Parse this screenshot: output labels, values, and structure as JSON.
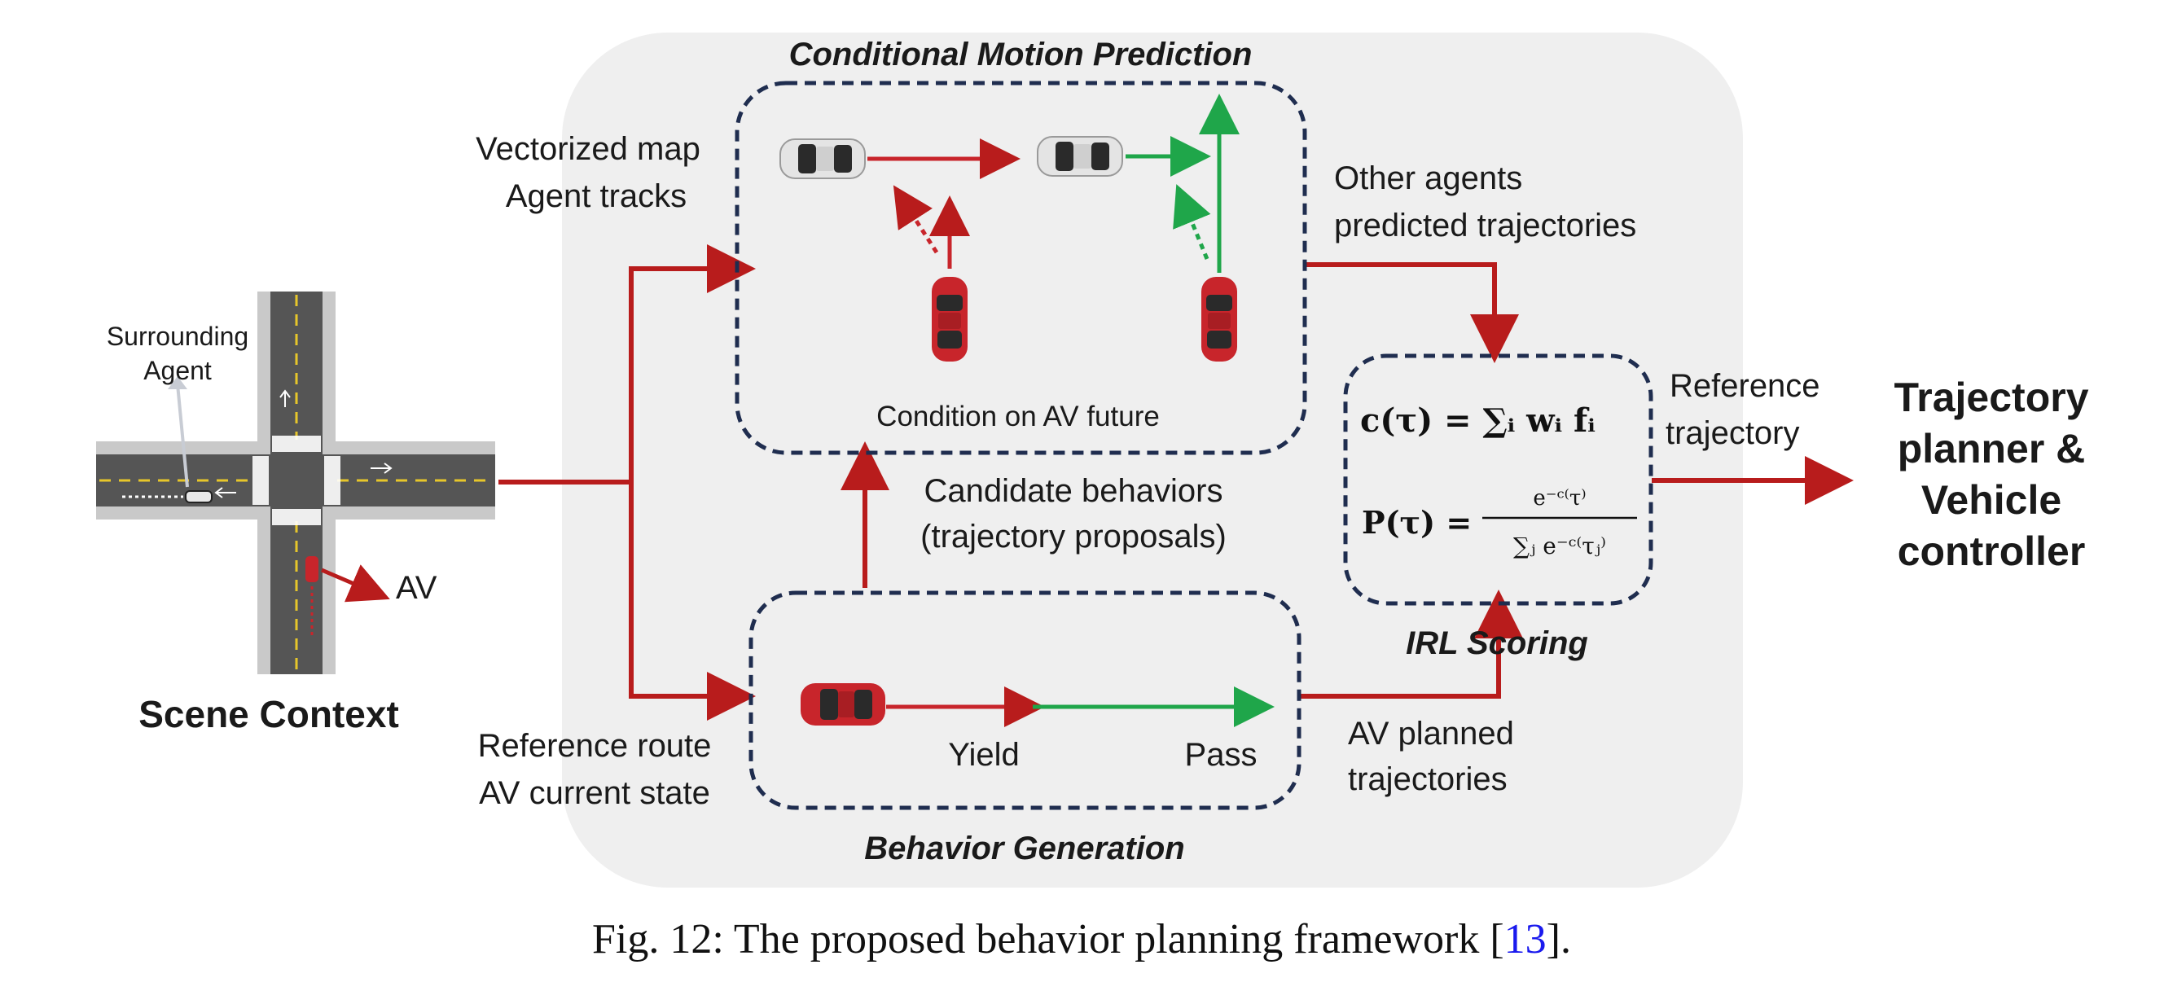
{
  "diagram": {
    "sections": {
      "conditional_motion_prediction": "Conditional Motion Prediction",
      "behavior_generation": "Behavior Generation",
      "irl_scoring": "IRL Scoring"
    },
    "inputs_top": [
      "Vectorized map",
      "Agent tracks"
    ],
    "inputs_bottom": [
      "Reference route",
      "AV current state"
    ],
    "scene": {
      "surrounding_agent": [
        "Surrounding",
        "Agent"
      ],
      "av_label": "AV",
      "title": "Scene Context"
    },
    "prediction_box": {
      "condition_text": "Condition on AV future"
    },
    "candidate_behaviors": [
      "Candidate behaviors",
      "(trajectory proposals)"
    ],
    "behavior_box": {
      "yield_label": "Yield",
      "pass_label": "Pass"
    },
    "other_agents": [
      "Other agents",
      "predicted trajectories"
    ],
    "av_planned": [
      "AV planned",
      "trajectories"
    ],
    "reference_trajectory": [
      "Reference",
      "trajectory"
    ],
    "output": [
      "Trajectory",
      "planner &",
      "Vehicle",
      "controller"
    ],
    "equations": {
      "cost": "c(τ) = ∑ᵢ wᵢ fᵢ",
      "prob_lhs": "P(τ) =",
      "prob_num": "e⁻ᶜ⁽τ⁾",
      "prob_den": "∑ⱼ e⁻ᶜ⁽τⱼ⁾"
    },
    "colors": {
      "arrow_red": "#b81c1c",
      "arrow_green": "#1fa64a",
      "box_border": "#1f2d4f",
      "panel": "#efefef",
      "road": "#555555",
      "sidewalk": "#c9c9c9",
      "car_red": "#c8252b",
      "car_white": "#e4e4e4",
      "link_blue": "#1a1aee"
    }
  },
  "caption": {
    "prefix": "Fig. 12: The proposed behavior planning framework [",
    "ref": "13",
    "suffix": "]."
  }
}
